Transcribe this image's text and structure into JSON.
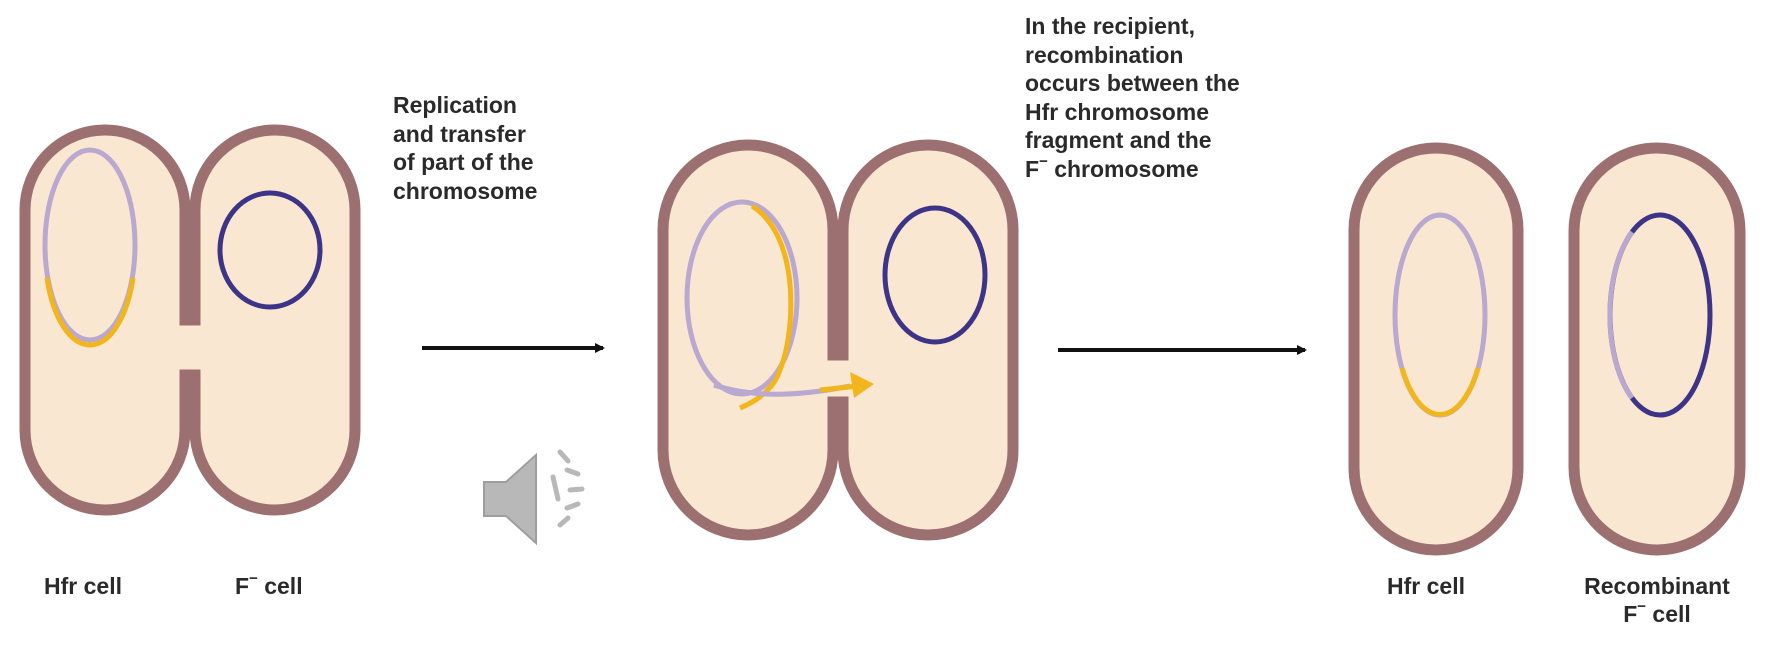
{
  "colors": {
    "cytoplasm": "#fae7d1",
    "membrane": "#9c7070",
    "hfr_chromosome": "#b9a8cf",
    "transferred_fragment": "#f2b51b",
    "recipient_chromosome": "#3d3487",
    "arrow": "#111111",
    "speaker": "#b8b8b8"
  },
  "icons": {
    "audio": "speaker-icon"
  },
  "stage1": {
    "hfr_label": "Hfr cell",
    "fminus_label": {
      "prefix": "F",
      "sup": "−",
      "suffix": " cell"
    }
  },
  "step1": {
    "lines": [
      "Replication",
      "and transfer",
      "of part of the",
      "chromosome"
    ]
  },
  "step2": {
    "lines": [
      "In the recipient,",
      "recombination",
      "occurs between the",
      "Hfr chromosome",
      "fragment and the"
    ],
    "last_line": {
      "prefix": "F",
      "sup": "−",
      "suffix": " chromosome"
    }
  },
  "stage3": {
    "hfr_label": "Hfr cell",
    "recombinant_label": "Recombinant",
    "recombinant_sub": {
      "prefix": "F",
      "sup": "−",
      "suffix": " cell"
    }
  }
}
